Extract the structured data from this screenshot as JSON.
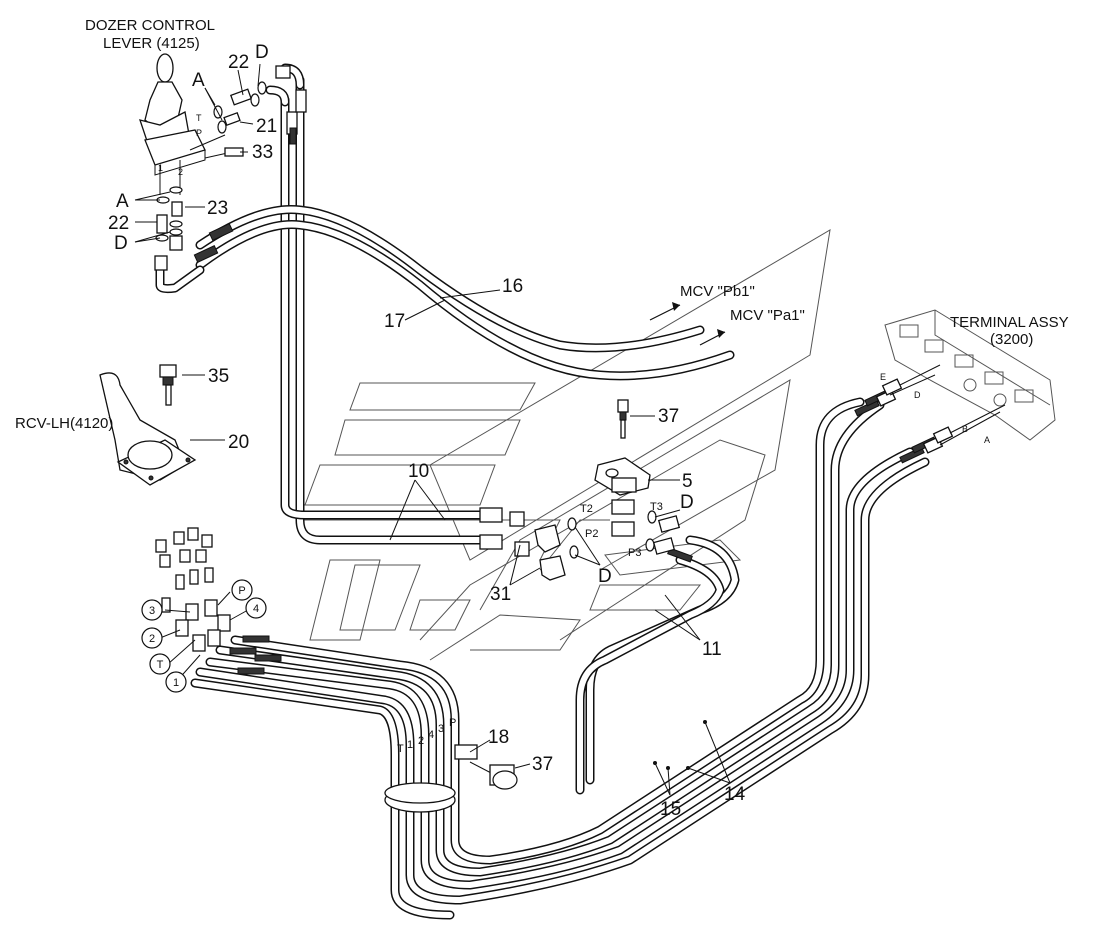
{
  "diagram": {
    "titles": {
      "dozer_control_lever_l1": "DOZER CONTROL",
      "dozer_control_lever_l2": "LEVER (4125)",
      "terminal_assy_l1": "TERMINAL ASSY",
      "terminal_assy_l2": "(3200)",
      "rcv_lh": "RCV-LH(4120)",
      "mcv_pb1": "MCV \"Pb1\"",
      "mcv_pa1": "MCV \"Pa1\""
    },
    "callouts": {
      "n22_top": "22",
      "d_top": "D",
      "a_top": "A",
      "n21": "21",
      "n33": "33",
      "a_left": "A",
      "n22_left": "22",
      "d_left": "D",
      "n23": "23",
      "n16": "16",
      "n17": "17",
      "n35": "35",
      "n20": "20",
      "n10": "10",
      "n37_top": "37",
      "n5": "5",
      "d_right": "D",
      "n31": "31",
      "d_mid": "D",
      "n11": "11",
      "n18": "18",
      "n37_bottom": "37",
      "n15": "15",
      "n14": "14"
    },
    "port_circles": [
      "P",
      "3",
      "4",
      "2",
      "T",
      "1"
    ],
    "port_labels": {
      "t2": "T2",
      "t3": "T3",
      "p2": "P2",
      "p3": "P3",
      "e": "E",
      "d": "D",
      "b": "B",
      "a": "A",
      "lever_t": "T",
      "lever_p": "P",
      "lever_1": "1",
      "lever_2": "2",
      "hose_t": "T",
      "hose_1": "1",
      "hose_2": "2",
      "hose_4": "4",
      "hose_3": "3",
      "hose_p": "P"
    }
  }
}
